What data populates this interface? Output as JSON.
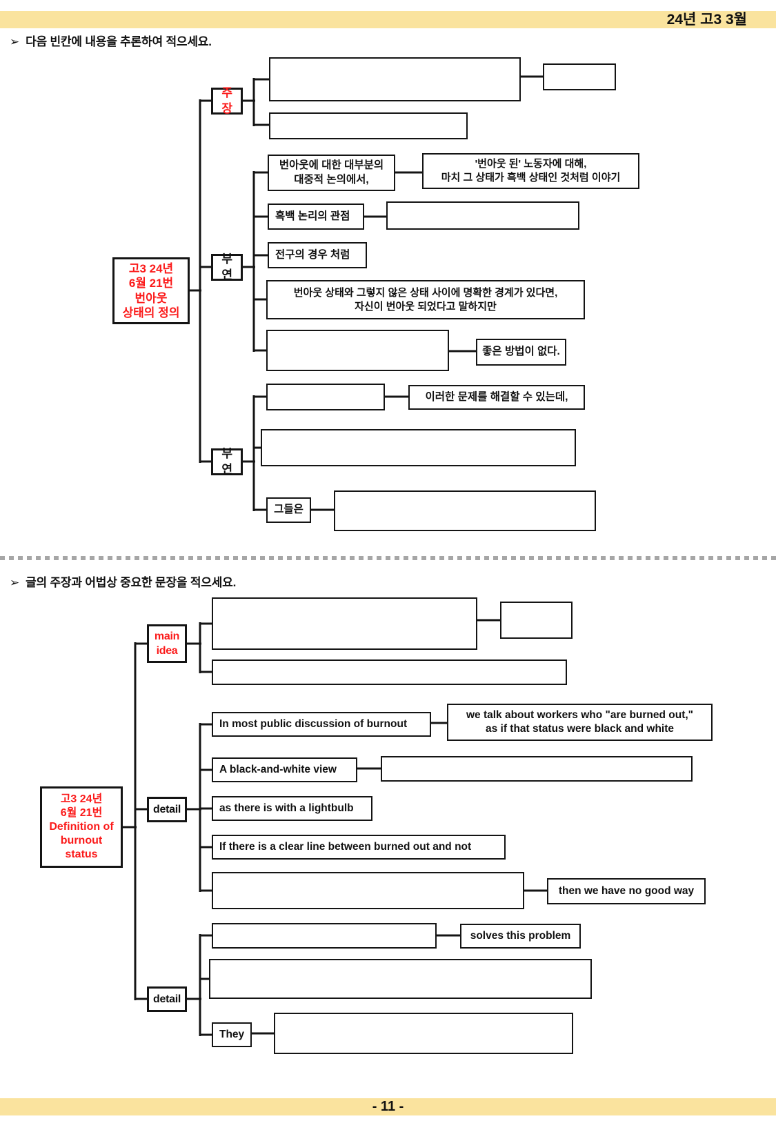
{
  "page": {
    "exam_tag": "24년 고3 3월",
    "page_number": "- 11 -",
    "colors": {
      "highlight": "#fae39e",
      "red": "#fb1a1a",
      "line": "#141414"
    }
  },
  "section1": {
    "instruction": "➢  다음 빈칸에 내용을 추론하여 적으세요.",
    "root": "고3 24년\n6월 21번\n번아웃\n상태의 정의",
    "label_claim": "주장",
    "label_detail1": "부연",
    "label_detail2": "부연",
    "nodes": {
      "b1": "번아웃에 대한 대부분의\n대중적 논의에서,",
      "b1r": "'번아웃 된' 노동자에 대해,\n마치 그 상태가 흑백 상태인 것처럼 이야기",
      "b2": "흑백 논리의 관점",
      "b3": "전구의 경우 처럼",
      "b4": "번아웃 상태와 그렇지 않은 상태 사이에 명확한 경계가 있다면,\n자신이 번아웃 되었다고 말하지만",
      "b5r": "좋은 방법이 없다.",
      "c1r": "이러한 문제를 해결할 수 있는데,",
      "c3": "그들은"
    }
  },
  "section2": {
    "instruction": "➢  글의 주장과 어법상 중요한 문장을 적으세요.",
    "root": "고3 24년\n6월 21번\nDefinition of\nburnout\nstatus",
    "label_main": "main\nidea",
    "label_detail1": "detail",
    "label_detail2": "detail",
    "nodes": {
      "e1": "In most public discussion of burnout",
      "e1r": "we talk about workers who \"are burned out,\"\nas if that status were black and white",
      "e2": "A black-and-white view",
      "e3": "as there is with a lightbulb",
      "e4": "If there is a clear line between burned out and not",
      "e5r": "then we have no good way",
      "f1r": "solves this problem",
      "f3": "They"
    }
  }
}
